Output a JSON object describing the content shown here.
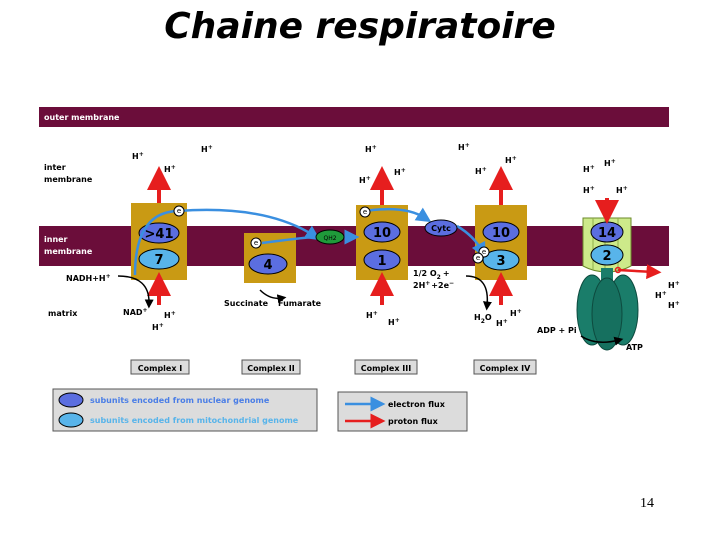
{
  "slide": {
    "title": "Chaine respiratoire",
    "page_number": "14"
  },
  "membranes": {
    "outer": "outer membrane",
    "inter_1": "inter",
    "inter_2": "membrane",
    "inner_1": "inner",
    "inner_2": "membrane",
    "matrix": "matrix"
  },
  "complexes": {
    "c1": {
      "label": "Complex I",
      "top": ">41",
      "bottom": "7"
    },
    "c2": {
      "label": "Complex II",
      "subunit": "4"
    },
    "c3": {
      "label": "Complex III",
      "top": "10",
      "bottom": "1"
    },
    "c4": {
      "label": "Complex IV",
      "top": "10",
      "bottom": "3"
    },
    "c5": {
      "top": "14",
      "bottom": "2"
    }
  },
  "labels": {
    "h": "H",
    "plus": "+",
    "e": "e",
    "qh2": "QH2",
    "cytc": "Cytc",
    "nadh_a": "NADH+H",
    "nad": "NAD",
    "succinate": "Succinate",
    "fumarate": "Fumarate",
    "o2_a": "1/2 O",
    "o2_sub": "2",
    "o2_b": "+",
    "h_e_a": "2H",
    "h_e_b": "+2e",
    "minus": "−",
    "h2o_a": "H",
    "h2o_sub": "2",
    "h2o_b": "O",
    "adp": "ADP + Pi",
    "atp": "ATP"
  },
  "legend": {
    "nuclear": "subunits encoded from nuclear genome",
    "mito": "subunits encoded from mitochondrial genome",
    "electron": "electron flux",
    "proton": "proton flux"
  },
  "colors": {
    "membrane": "#6b0d3a",
    "complex": "#c99a14",
    "nuclear": "#5b6ee0",
    "mito": "#58b4ea",
    "electron_arrow": "#3a8fe0",
    "proton_arrow": "#e61e1e",
    "atp_synthase": "#1a7d6a",
    "legend_text": "#4a7ee6"
  }
}
